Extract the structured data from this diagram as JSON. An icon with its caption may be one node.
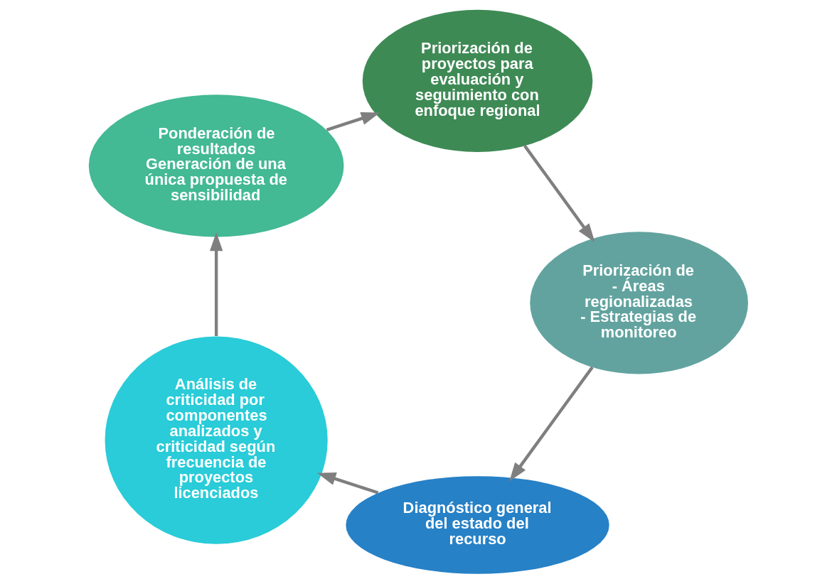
{
  "diagram": {
    "nodes": [
      {
        "text": [
          "Diagnóstico general del estado del recurso"
        ]
      },
      {
        "text": [
          "Análisis de criticidad por componentes analizados y criticidad según frecuencia de proyectos licenciados"
        ]
      },
      {
        "text": [
          "Ponderación de resultados",
          "Generación de una única propuesta de sensibilidad"
        ]
      },
      {
        "text": [
          "Priorización de proyectos para evaluación y seguimiento con enfoque regional"
        ]
      },
      {
        "text": [
          "Priorización de",
          "- Áreas regionalizadas",
          "- Estrategias de monitoreo"
        ]
      }
    ],
    "edges": [
      {
        "from": 0,
        "to": 1,
        "arrow": "to"
      },
      {
        "from": 1,
        "to": 2,
        "arrow": "to"
      },
      {
        "from": 2,
        "to": 3,
        "arrow": "to"
      },
      {
        "from": 3,
        "to": 4,
        "arrow": "to"
      },
      {
        "from": 4,
        "to": 0,
        "arrow": "to"
      }
    ]
  }
}
